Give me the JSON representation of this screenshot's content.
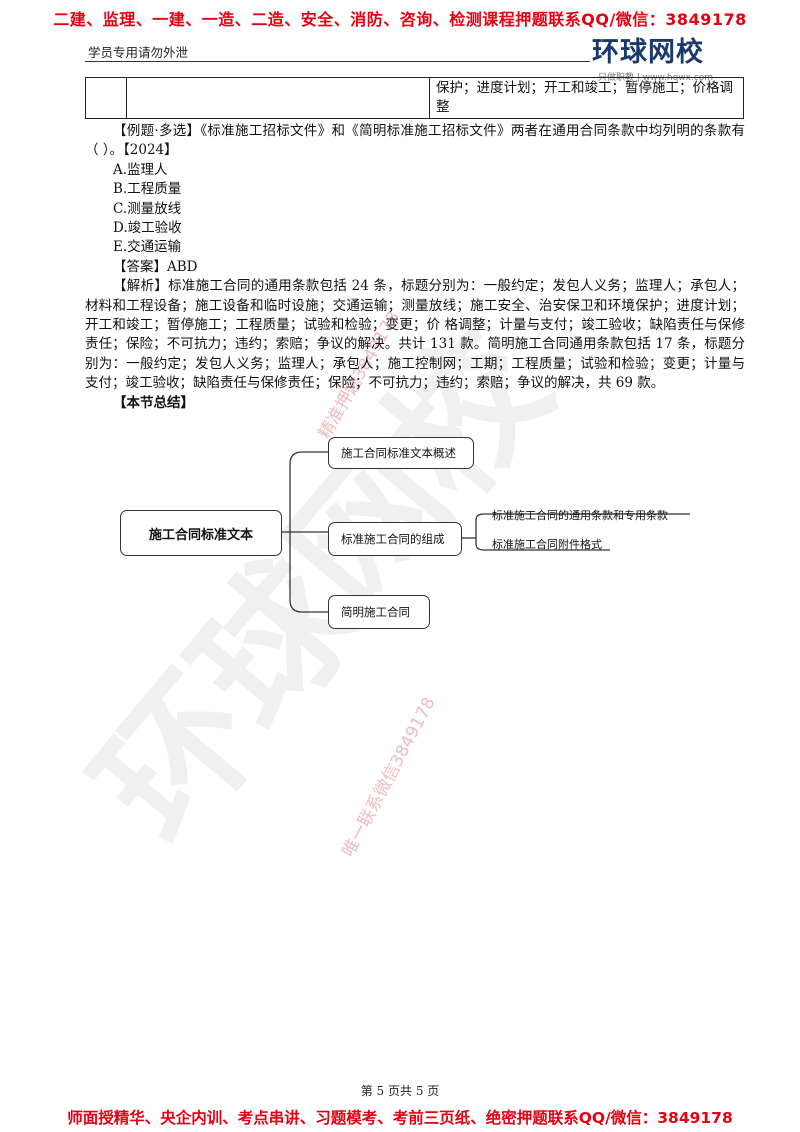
{
  "banner": {
    "top": "二建、监理、一建、一造、二造、安全、消防、咨询、检测课程押题联系QQ/微信：3849178",
    "bottom": "师面授精华、央企内训、考点串讲、习题模考、考前三页纸、绝密押题联系QQ/微信：3849178"
  },
  "header": {
    "note": "学员专用请勿外泄",
    "logo_text": "环球网校",
    "logo_sub": "只做职教 | www.hqwx.com"
  },
  "table_fragment": {
    "cell_text": "保护；进度计划；开工和竣工；暂停施工；价格调整"
  },
  "question": {
    "stem": "【例题·多选】《标准施工招标文件》和《简明标准施工招标文件》两者在通用合同条款中均列明的条款有（ ）。【2024】",
    "options": [
      "A.监理人",
      "B.工程质量",
      "C.测量放线",
      "D.竣工验收",
      "E.交通运输"
    ],
    "answer": "【答案】ABD",
    "analysis": "【解析】标准施工合同的通用条款包括 24 条，标题分别为：一般约定；发包人义务；监理人；承包人；材料和工程设备；施工设备和临时设施；交通运输；测量放线；施工安全、治安保卫和环境保护；进度计划；开工和竣工；暂停施工；工程质量；试验和检验；变更；价 格调整；计量与支付；竣工验收；缺陷责任与保修责任；保险；不可抗力；违约；索赔；争议的解决。共计 131 款。简明施工合同通用条款包括 17 条，标题分别为：一般约定；发包人义务；监理人；承包人；施工控制网；工期；工程质量；试验和检验；变更；计量与支付；竣工验收；缺陷责任与保修责任；保险；不可抗力；违约；索赔；争议的解决，共 69 款。"
  },
  "summary": {
    "heading": "【本节总结】",
    "root": "施工合同标准文本",
    "branches": [
      "施工合同标准文本概述",
      "标准施工合同的组成",
      "简明施工合同"
    ],
    "leaves": [
      "标准施工合同的通用条款和专用条款",
      "标准施工合同附件格式"
    ]
  },
  "watermarks": [
    "精准押题3849178",
    "唯一联系微信3849178",
    "环球网校"
  ],
  "footer": {
    "page": "第 5 页共 5 页"
  },
  "colors": {
    "banner_red": "#e60012",
    "logo_blue": "#1a3a6e"
  }
}
